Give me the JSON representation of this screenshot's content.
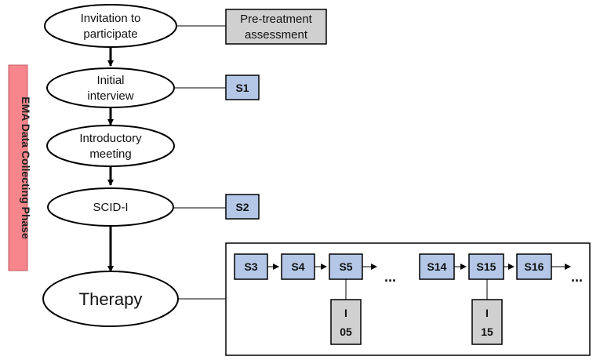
{
  "phase_label": "EMA Data Collecting Phase",
  "steps": [
    {
      "id": "invitation",
      "lines": [
        "Invitation to",
        "participate"
      ]
    },
    {
      "id": "initial",
      "lines": [
        "Initial",
        "interview"
      ]
    },
    {
      "id": "introductory",
      "lines": [
        "Introductory",
        "meeting"
      ]
    },
    {
      "id": "scid",
      "lines": [
        "SCID-I"
      ]
    },
    {
      "id": "therapy",
      "lines": [
        "Therapy"
      ]
    }
  ],
  "side_boxes": [
    {
      "id": "pretreatment",
      "lines": [
        "Pre-treatment",
        "assessment"
      ]
    },
    {
      "id": "s1",
      "lines": [
        "S1"
      ]
    },
    {
      "id": "s2",
      "lines": [
        "S2"
      ]
    }
  ],
  "sessions": [
    "S3",
    "S4",
    "S5",
    "S14",
    "S15",
    "S16"
  ],
  "interviews": [
    {
      "id": "i05",
      "lines": [
        "I",
        "05"
      ]
    },
    {
      "id": "i15",
      "lines": [
        "I",
        "15"
      ]
    }
  ],
  "ellipsis": "...",
  "colors": {
    "session_fill": "#b4c7e7",
    "gray_fill": "#d0d0d0",
    "phase_fill": "#f7868c",
    "stroke": "#000000"
  }
}
